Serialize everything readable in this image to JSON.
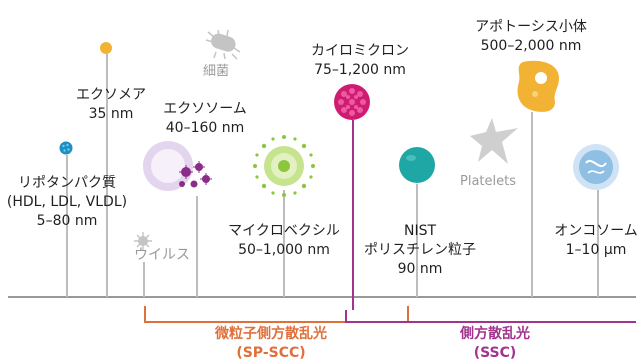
{
  "items": {
    "lipoprotein": {
      "name": "リポタンパク質",
      "subclasses": "(HDL, LDL, VLDL)",
      "size": "5–80 nm"
    },
    "exomere": {
      "name": "エクソメア",
      "size": "35 nm"
    },
    "bacteria": {
      "name": "細菌"
    },
    "exosome": {
      "name": "エクソソーム",
      "size": "40–160 nm"
    },
    "virus": {
      "name": "ウイルス"
    },
    "microvesicle": {
      "name": "マイクロベクシル",
      "size": "50–1,000 nm"
    },
    "chylomicron": {
      "name": "カイロミクロン",
      "size": "75–1,200 nm"
    },
    "nist_beads": {
      "name_line1": "NIST",
      "name_line2": "ポリスチレン粒子",
      "size": "90 nm"
    },
    "platelets": {
      "name": "Platelets"
    },
    "apoptotic_body": {
      "name": "アポトーシス小体",
      "size": "500–2,000 nm"
    },
    "oncosome": {
      "name": "オンコソーム",
      "size": "1–10 µm"
    }
  },
  "ranges": {
    "sp_ssc": {
      "label": "微粒子側方散乱光",
      "abbr": "(SP-SCC)",
      "color": "#e0703a"
    },
    "ssc": {
      "label": "側方散乱光",
      "abbr": "(SSC)",
      "color": "#a2338e"
    }
  },
  "colors": {
    "lipoprotein": "#1d8fc4",
    "exomere": "#f2b233",
    "exosome_vesicle": "#e4d5ee",
    "exosome_cargo": "#8b2d87",
    "microvesicle": "#8cc63f",
    "chylomicron": "#d01b73",
    "nist": "#1fa7a5",
    "apoptotic": "#f2b233",
    "oncosome": "#8fbfe3",
    "grey_icon": "#c4c4c4"
  }
}
